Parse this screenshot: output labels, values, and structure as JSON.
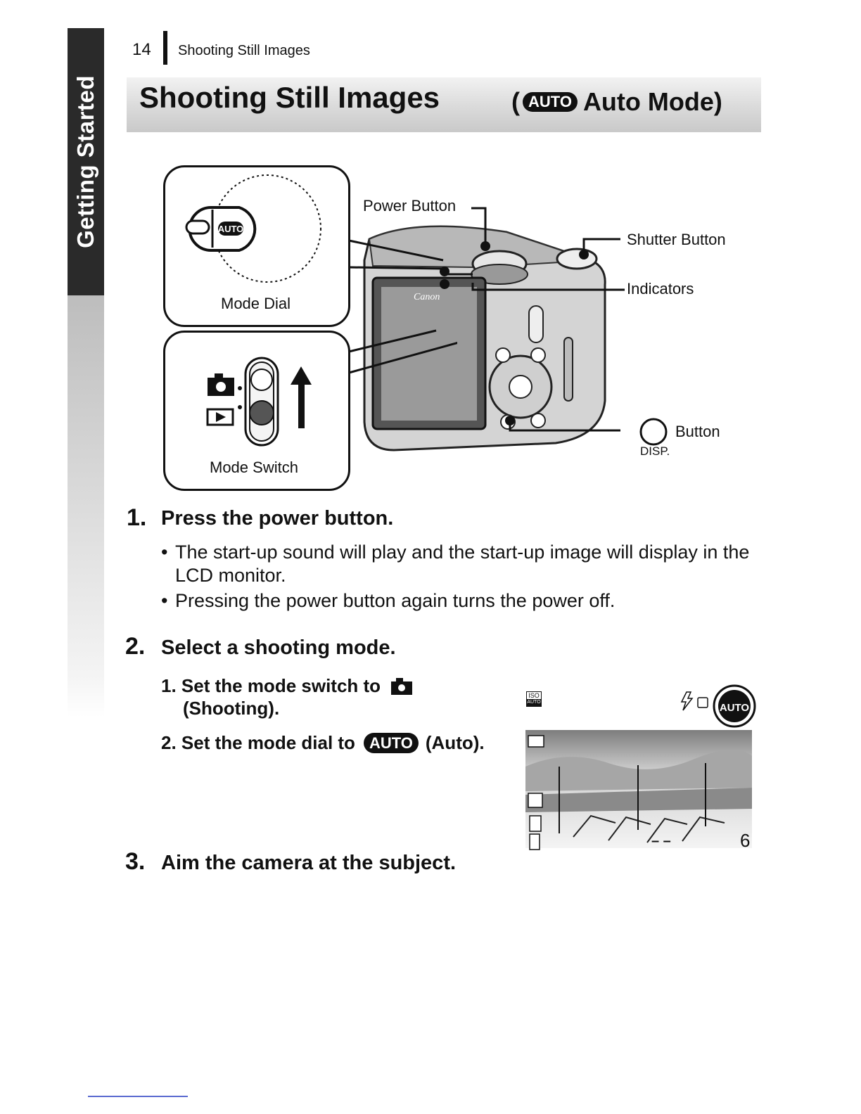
{
  "side_tab": {
    "label": "Getting Started"
  },
  "header": {
    "page_number": "14",
    "section": "Shooting Still Images"
  },
  "title": {
    "main": "Shooting Still Images",
    "open_paren": "(",
    "auto_badge": "AUTO",
    "mode": "Auto Mode)"
  },
  "diagram": {
    "mode_dial": {
      "label": "Mode Dial",
      "badge": "AUTO"
    },
    "mode_switch": {
      "label": "Mode Switch"
    },
    "camera": {
      "brand": "Canon"
    },
    "callouts": {
      "power": "Power Button",
      "shutter": "Shutter Button",
      "indicators": "Indicators",
      "button": "Button",
      "disp": "DISP."
    }
  },
  "steps": [
    {
      "number": "1.",
      "title": "Press the power button.",
      "bullets": [
        "The start-up sound will play and the start-up image will display in the LCD monitor.",
        "Pressing the power button again turns the power off."
      ]
    },
    {
      "number": "2.",
      "title": "Select a shooting mode.",
      "substeps": [
        {
          "prefix": "1. Set the mode switch to",
          "suffix": "(Shooting)."
        },
        {
          "prefix": "2. Set the mode dial to",
          "badge": "AUTO",
          "suffix": "(Auto)."
        }
      ]
    },
    {
      "number": "3.",
      "title": "Aim the camera at the subject."
    }
  ],
  "lcd_preview": {
    "iso": "ISO",
    "iso_sub": "AUTO",
    "mode_badge": "AUTO",
    "remaining": "6",
    "dashes": "– –"
  }
}
